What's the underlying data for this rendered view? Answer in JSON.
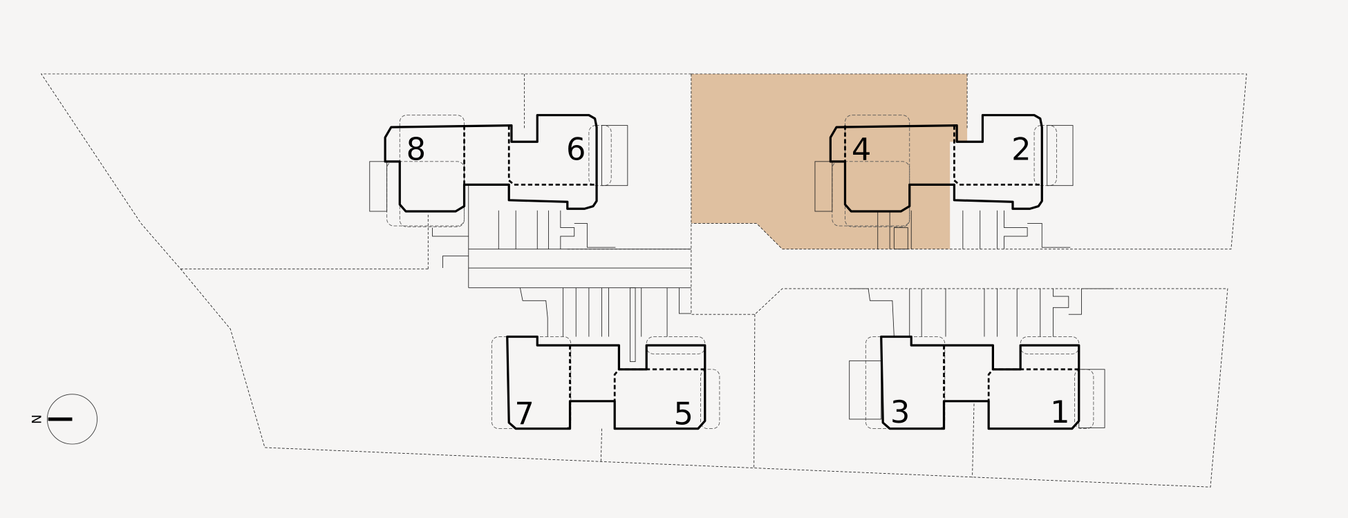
{
  "colors": {
    "background": "#f6f5f4",
    "highlight": "#dfc0a0",
    "line": "#000000"
  },
  "compass": {
    "label": "N",
    "icon": "north-arrow-icon"
  },
  "units": [
    {
      "label": "8"
    },
    {
      "label": "6"
    },
    {
      "label": "4"
    },
    {
      "label": "2"
    },
    {
      "label": "7"
    },
    {
      "label": "5"
    },
    {
      "label": "3"
    },
    {
      "label": "1"
    }
  ],
  "highlighted_unit": "4"
}
